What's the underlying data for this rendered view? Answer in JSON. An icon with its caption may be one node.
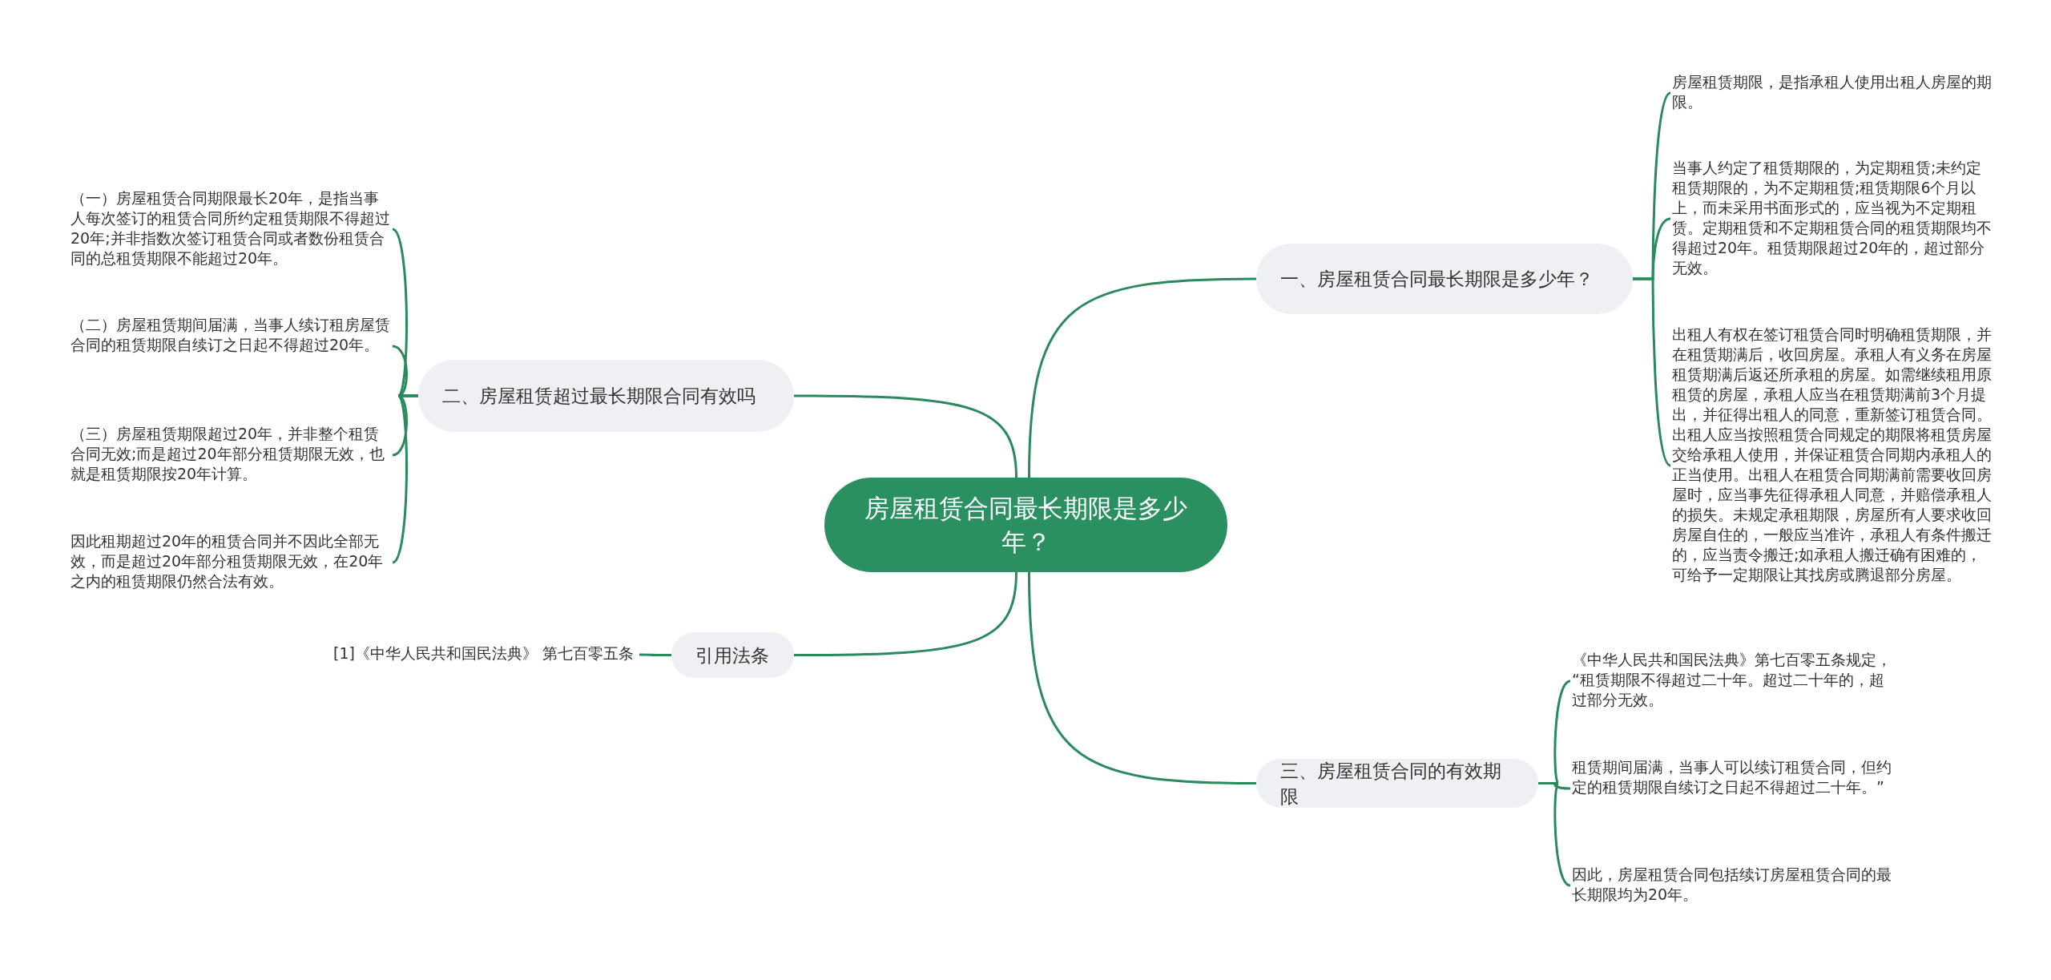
{
  "diagram": {
    "nodes": [
      {
        "text": [
          "房屋租赁合同最长期限是多少年？"
        ]
      },
      {
        "text": [
          "一、房屋租赁合同最长期限是多少年？"
        ]
      },
      {
        "text": [
          "房屋租赁期限，是指承租人使用出租人房屋的期限。"
        ]
      },
      {
        "text": [
          "当事人约定了租赁期限的，为定期租赁;未约定租赁期限的，为不定期租赁;租赁期限6个月以上，而未采用书面形式的，应当视为不定期租赁。定期租赁和不定期租赁合同的租赁期限均不得超过20年。租赁期限超过20年的，超过部分无效。"
        ]
      },
      {
        "text": [
          "出租人有权在签订租赁合同时明确租赁期限，并在租赁期满后，收回房屋。承租人有义务在房屋租赁期满后返还所承租的房屋。如需继续租用原租赁的房屋，承租人应当在租赁期满前3个月提出，并征得出租人的同意，重新签订租赁合同。出租人应当按照租赁合同规定的期限将租赁房屋交给承租人使用，并保证租赁合同期内承租人的正当使用。出租人在租赁合同期满前需要收回房屋时，应当事先征得承租人同意，并赔偿承租人的损失。未规定承租期限，房屋所有人要求收回房屋自住的，一般应当准许，承租人有条件搬迁的，应当责令搬迁;如承租人搬迁确有困难的，可给予一定期限让其找房或腾退部分房屋。"
        ]
      },
      {
        "text": [
          "二、房屋租赁超过最长期限合同有效吗"
        ]
      },
      {
        "text": [
          "（一）房屋租赁合同期限最长20年，是指当事人每次签订的租赁合同所约定租赁期限不得超过20年;并非指数次签订租赁合同或者数份租赁合同的总租赁期限不能超过20年。"
        ]
      },
      {
        "text": [
          "（二）房屋租赁期间届满，当事人续订租房屋赁合同的租赁期限自续订之日起不得超过20年。"
        ]
      },
      {
        "text": [
          "（三）房屋租赁期限超过20年，并非整个租赁合同无效;而是超过20年部分租赁期限无效，也就是租赁期限按20年计算。"
        ]
      },
      {
        "text": [
          "因此租期超过20年的租赁合同并不因此全部无效，而是超过20年部分租赁期限无效，在20年之内的租赁期限仍然合法有效。"
        ]
      },
      {
        "text": [
          "引用法条"
        ]
      },
      {
        "text": [
          "[1]《中华人民共和国民法典》 第七百零五条"
        ]
      },
      {
        "text": [
          "三、房屋租赁合同的有效期限"
        ]
      },
      {
        "text": [
          "《中华人民共和国民法典》第七百零五条规定， “租赁期限不得超过二十年。超过二十年的，超过部分无效。"
        ]
      },
      {
        "text": [
          "租赁期间届满，当事人可以续订租赁合同，但约定的租赁期限自续订之日起不得超过二十年。”"
        ]
      },
      {
        "text": [
          "因此，房屋租赁合同包括续订房屋租赁合同的最长期限均为20年。"
        ]
      }
    ],
    "edges": [
      {
        "from": 0,
        "to": 1,
        "arrow": "none"
      },
      {
        "from": 1,
        "to": 2,
        "arrow": "none"
      },
      {
        "from": 1,
        "to": 3,
        "arrow": "none"
      },
      {
        "from": 1,
        "to": 4,
        "arrow": "none"
      },
      {
        "from": 0,
        "to": 5,
        "arrow": "none"
      },
      {
        "from": 5,
        "to": 6,
        "arrow": "none"
      },
      {
        "from": 5,
        "to": 7,
        "arrow": "none"
      },
      {
        "from": 5,
        "to": 8,
        "arrow": "none"
      },
      {
        "from": 5,
        "to": 9,
        "arrow": "none"
      },
      {
        "from": 0,
        "to": 10,
        "arrow": "none"
      },
      {
        "from": 10,
        "to": 11,
        "arrow": "none"
      },
      {
        "from": 0,
        "to": 12,
        "arrow": "none"
      },
      {
        "from": 12,
        "to": 13,
        "arrow": "none"
      },
      {
        "from": 12,
        "to": 14,
        "arrow": "none"
      },
      {
        "from": 12,
        "to": 15,
        "arrow": "none"
      }
    ]
  }
}
